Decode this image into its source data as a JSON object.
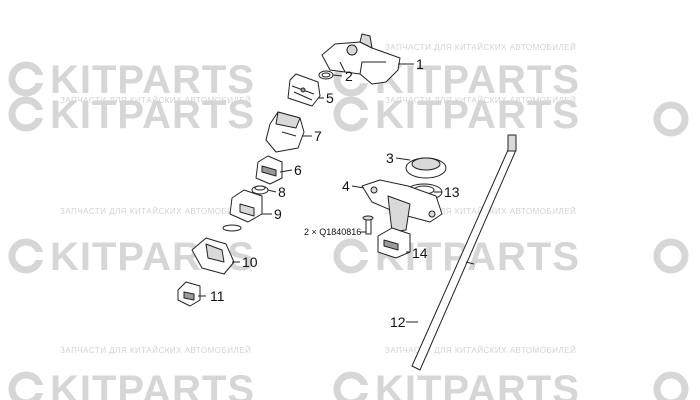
{
  "watermark": {
    "brand": "KITPARTS",
    "tagline": "ЗАПЧАСТИ ДЛЯ КИТАЙСКИХ АВТОМОБИЛЕЙ"
  },
  "callouts": [
    {
      "label": "1"
    },
    {
      "label": "2"
    },
    {
      "label": "5"
    },
    {
      "label": "7"
    },
    {
      "label": "6"
    },
    {
      "label": "8"
    },
    {
      "label": "9"
    },
    {
      "label": "10"
    },
    {
      "label": "11"
    },
    {
      "label": "3"
    },
    {
      "label": "4"
    },
    {
      "label": "13"
    },
    {
      "label": "14"
    },
    {
      "label": "12"
    }
  ],
  "note": "2 × Q1840816"
}
